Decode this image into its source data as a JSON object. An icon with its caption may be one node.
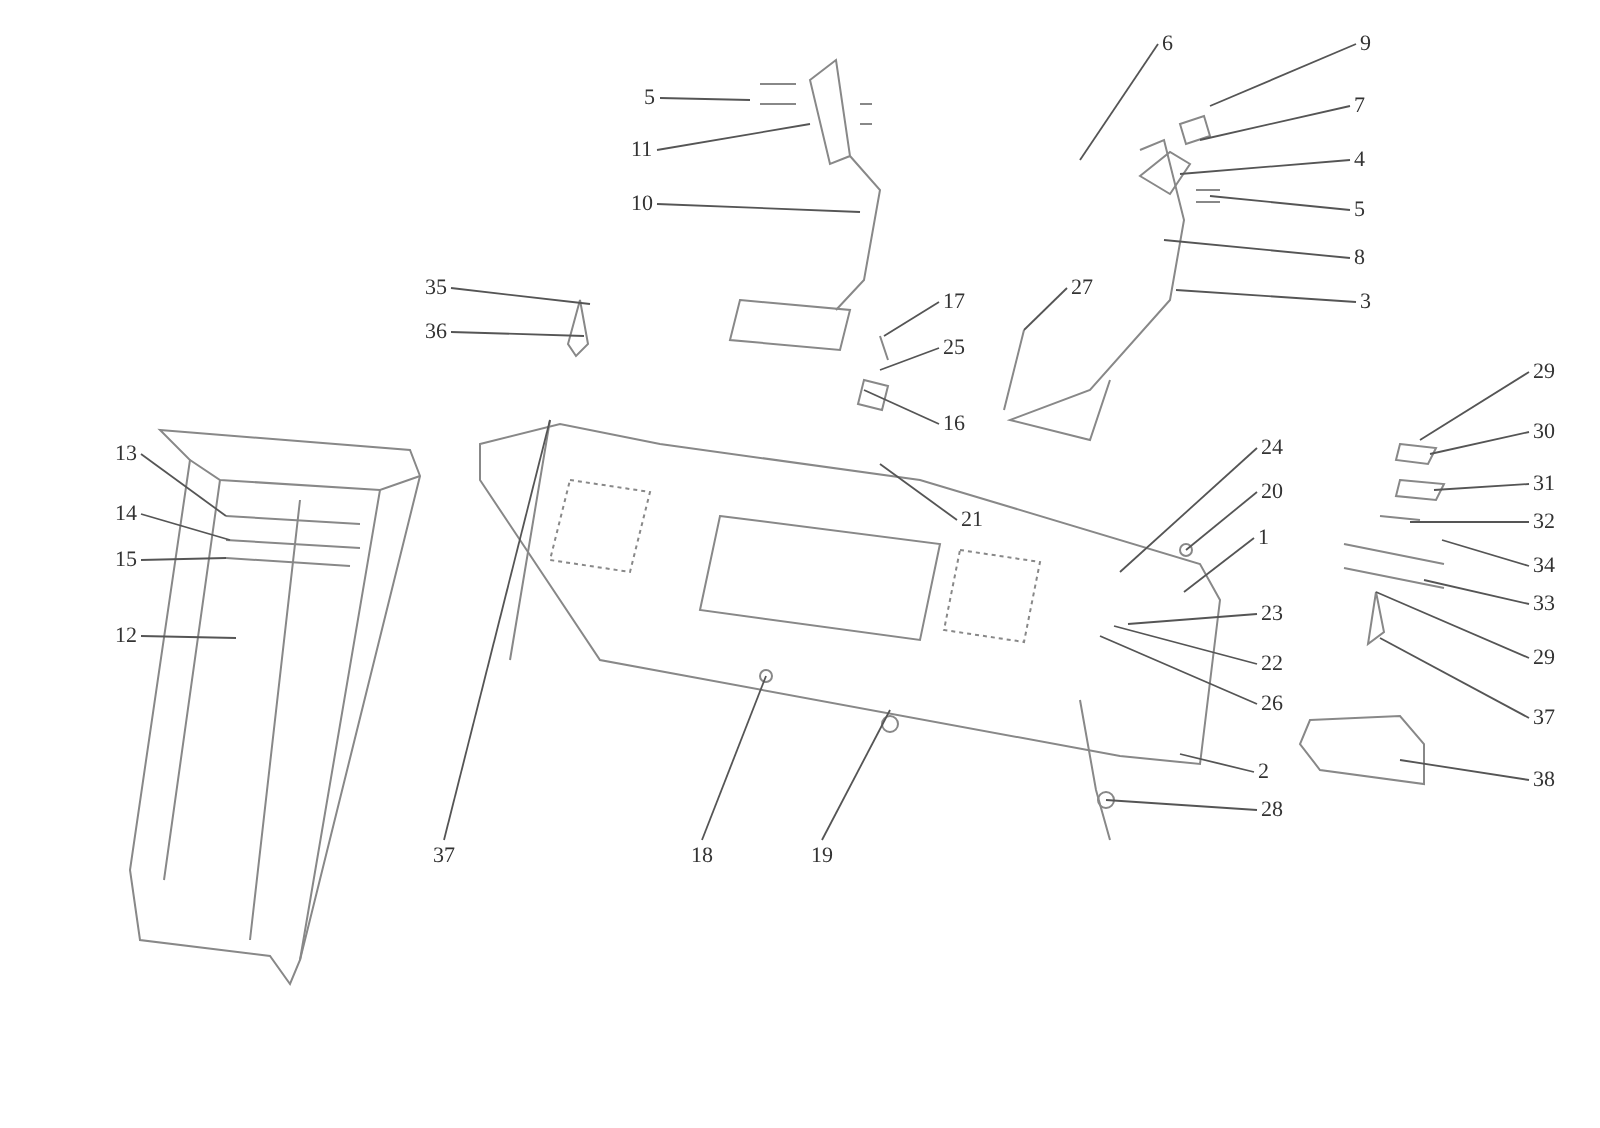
{
  "diagram": {
    "nodes": [
      {
        "text": [
          "5"
        ]
      },
      {
        "text": [
          "11"
        ]
      },
      {
        "text": [
          "10"
        ]
      },
      {
        "text": [
          "6"
        ]
      },
      {
        "text": [
          "9"
        ]
      },
      {
        "text": [
          "7"
        ]
      },
      {
        "text": [
          "4"
        ]
      },
      {
        "text": [
          "5"
        ]
      },
      {
        "text": [
          "8"
        ]
      },
      {
        "text": [
          "3"
        ]
      },
      {
        "text": [
          "35"
        ]
      },
      {
        "text": [
          "36"
        ]
      },
      {
        "text": [
          "17"
        ]
      },
      {
        "text": [
          "25"
        ]
      },
      {
        "text": [
          "27"
        ]
      },
      {
        "text": [
          "16"
        ]
      },
      {
        "text": [
          "29"
        ]
      },
      {
        "text": [
          "30"
        ]
      },
      {
        "text": [
          "31"
        ]
      },
      {
        "text": [
          "32"
        ]
      },
      {
        "text": [
          "34"
        ]
      },
      {
        "text": [
          "33"
        ]
      },
      {
        "text": [
          "29"
        ]
      },
      {
        "text": [
          "37"
        ]
      },
      {
        "text": [
          "38"
        ]
      },
      {
        "text": [
          "24"
        ]
      },
      {
        "text": [
          "20"
        ]
      },
      {
        "text": [
          "1"
        ]
      },
      {
        "text": [
          "23"
        ]
      },
      {
        "text": [
          "22"
        ]
      },
      {
        "text": [
          "26"
        ]
      },
      {
        "text": [
          "2"
        ]
      },
      {
        "text": [
          "28"
        ]
      },
      {
        "text": [
          "21"
        ]
      },
      {
        "text": [
          "13"
        ]
      },
      {
        "text": [
          "14"
        ]
      },
      {
        "text": [
          "15"
        ]
      },
      {
        "text": [
          "12"
        ]
      },
      {
        "text": [
          "37"
        ]
      },
      {
        "text": [
          "18"
        ]
      },
      {
        "text": [
          "19"
        ]
      }
    ],
    "edges": [
      {
        "from": 0,
        "to": null,
        "arrow": "none"
      },
      {
        "from": 1,
        "to": null,
        "arrow": "none"
      },
      {
        "from": 2,
        "to": null,
        "arrow": "none"
      },
      {
        "from": 3,
        "to": null,
        "arrow": "none"
      },
      {
        "from": 4,
        "to": null,
        "arrow": "none"
      },
      {
        "from": 5,
        "to": null,
        "arrow": "none"
      },
      {
        "from": 6,
        "to": null,
        "arrow": "none"
      },
      {
        "from": 7,
        "to": null,
        "arrow": "none"
      },
      {
        "from": 8,
        "to": null,
        "arrow": "none"
      },
      {
        "from": 9,
        "to": null,
        "arrow": "none"
      },
      {
        "from": 10,
        "to": null,
        "arrow": "none"
      },
      {
        "from": 11,
        "to": null,
        "arrow": "none"
      },
      {
        "from": 12,
        "to": null,
        "arrow": "none"
      },
      {
        "from": 13,
        "to": null,
        "arrow": "none"
      },
      {
        "from": 14,
        "to": null,
        "arrow": "none"
      },
      {
        "from": 15,
        "to": null,
        "arrow": "none"
      },
      {
        "from": 16,
        "to": null,
        "arrow": "none"
      },
      {
        "from": 17,
        "to": null,
        "arrow": "none"
      },
      {
        "from": 18,
        "to": null,
        "arrow": "none"
      },
      {
        "from": 19,
        "to": null,
        "arrow": "none"
      },
      {
        "from": 20,
        "to": null,
        "arrow": "none"
      },
      {
        "from": 21,
        "to": null,
        "arrow": "none"
      },
      {
        "from": 22,
        "to": null,
        "arrow": "none"
      },
      {
        "from": 23,
        "to": null,
        "arrow": "none"
      },
      {
        "from": 24,
        "to": null,
        "arrow": "none"
      },
      {
        "from": 25,
        "to": null,
        "arrow": "none"
      },
      {
        "from": 26,
        "to": null,
        "arrow": "none"
      },
      {
        "from": 27,
        "to": null,
        "arrow": "none"
      },
      {
        "from": 28,
        "to": null,
        "arrow": "none"
      },
      {
        "from": 29,
        "to": null,
        "arrow": "none"
      },
      {
        "from": 30,
        "to": null,
        "arrow": "none"
      },
      {
        "from": 31,
        "to": null,
        "arrow": "none"
      },
      {
        "from": 32,
        "to": null,
        "arrow": "none"
      },
      {
        "from": 33,
        "to": null,
        "arrow": "none"
      },
      {
        "from": 34,
        "to": null,
        "arrow": "none"
      },
      {
        "from": 35,
        "to": null,
        "arrow": "none"
      },
      {
        "from": 36,
        "to": null,
        "arrow": "none"
      },
      {
        "from": 37,
        "to": null,
        "arrow": "none"
      },
      {
        "from": 38,
        "to": null,
        "arrow": "none"
      },
      {
        "from": 39,
        "to": null,
        "arrow": "none"
      },
      {
        "from": 40,
        "to": null,
        "arrow": "none"
      }
    ]
  }
}
